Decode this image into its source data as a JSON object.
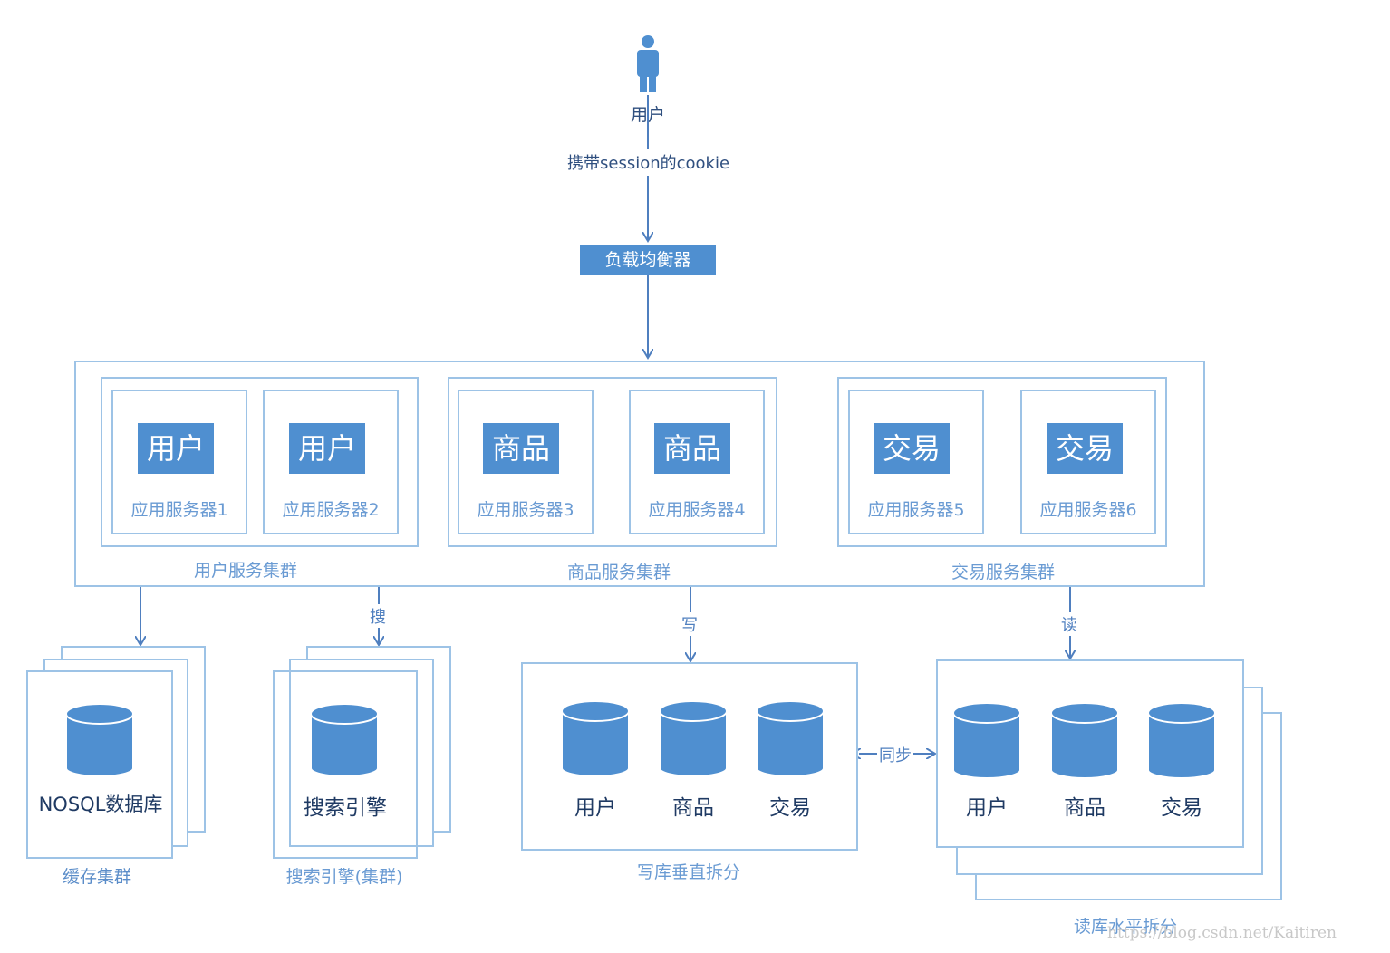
{
  "user": {
    "label": "用户"
  },
  "edge_cookie": "携带session的cookie",
  "load_balancer": {
    "label": "负载均衡器"
  },
  "clusters": [
    {
      "name": "用户服务集群",
      "servers": [
        {
          "tile": "用户",
          "name": "应用服务器1"
        },
        {
          "tile": "用户",
          "name": "应用服务器2"
        }
      ]
    },
    {
      "name": "商品服务集群",
      "servers": [
        {
          "tile": "商品",
          "name": "应用服务器3"
        },
        {
          "tile": "商品",
          "name": "应用服务器4"
        }
      ]
    },
    {
      "name": "交易服务集群",
      "servers": [
        {
          "tile": "交易",
          "name": "应用服务器5"
        },
        {
          "tile": "交易",
          "name": "应用服务器6"
        }
      ]
    }
  ],
  "edges": {
    "search": "搜",
    "write": "写",
    "read": "读",
    "sync": "同步"
  },
  "stores": {
    "cache": {
      "db_label": "NOSQL数据库",
      "caption": "缓存集群"
    },
    "search_engine": {
      "db_label": "搜索引擎",
      "caption": "搜索引擎(集群)"
    },
    "write_db": {
      "dbs": [
        "用户",
        "商品",
        "交易"
      ],
      "caption": "写库垂直拆分"
    },
    "read_db": {
      "dbs": [
        "用户",
        "商品",
        "交易"
      ],
      "caption": "读库水平拆分"
    }
  },
  "watermark": "https://blog.csdn.net/Kaitiren",
  "colors": {
    "accent": "#4f8fd0",
    "border": "#9dc3e6",
    "arrow": "#4f7fbf"
  }
}
